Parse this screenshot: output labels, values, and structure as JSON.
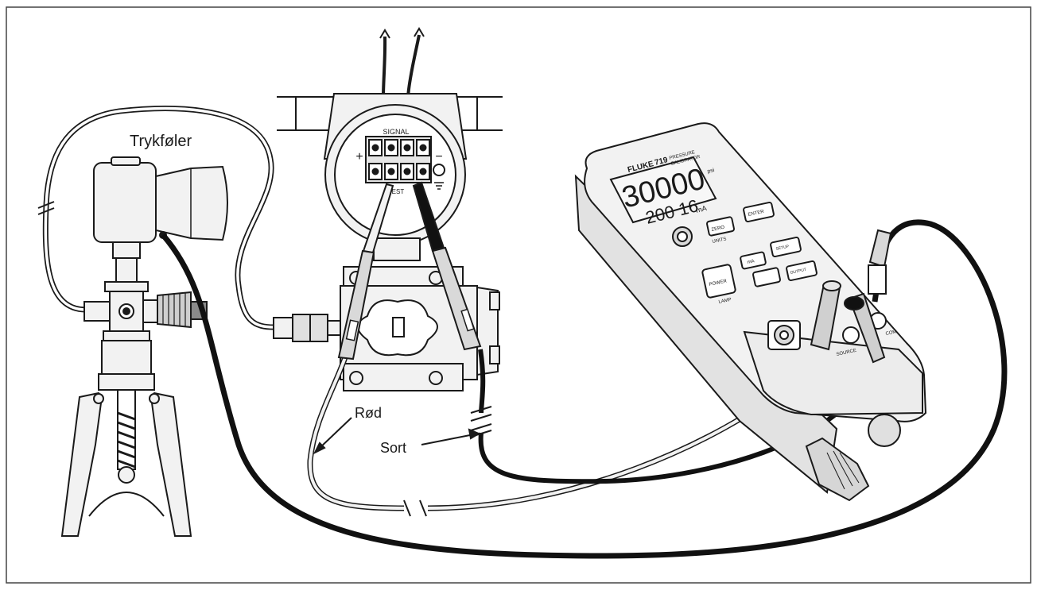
{
  "labels": {
    "pressure_module": "Trykføler",
    "red_lead": "Rød",
    "black_lead": "Sort"
  },
  "terminal_block": {
    "signal_text": "SIGNAL",
    "plus": "+",
    "minus": "−",
    "test_text": "TEST"
  },
  "calibrator": {
    "brand": "FLUKE",
    "model": "719",
    "model_subtitle_1": "PRESSURE",
    "model_subtitle_2": "CALIBRATOR",
    "display_primary": "30000",
    "display_primary_unit": "psi",
    "display_secondary": "200 16",
    "display_secondary_unit": "mA",
    "buttons": {
      "zero": "ZERO",
      "units": "UNITS",
      "enter": "ENTER",
      "power": "POWER",
      "lamp": "LAMP",
      "ma": "mA",
      "step": "SETUP",
      "output": "OUTPUT"
    },
    "jacks": {
      "source": "SOURCE",
      "com": "COM"
    }
  },
  "colors": {
    "line": "#1a1a1a",
    "fill_light": "#f2f2f2",
    "fill_mid": "#d0d0d0",
    "black_lead": "#111111",
    "frame": "#444444"
  }
}
